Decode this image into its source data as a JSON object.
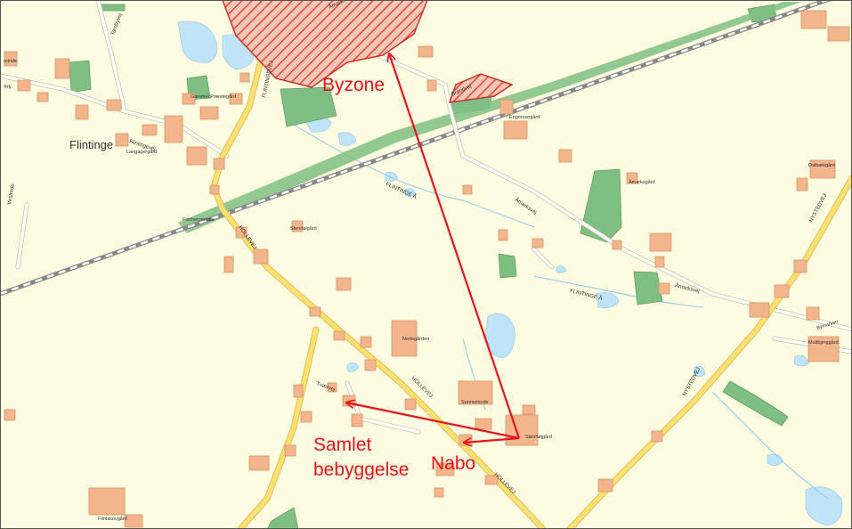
{
  "places": {
    "flintinge": "Flintinge",
    "gammel_praestegaard": "Gammel Præstegård",
    "langagergaard": "Langagergård",
    "fischersminde": "Fischersminde",
    "stendalgaard": "Stendalgård",
    "engmosegaard": "Engmosegård",
    "aamarksgaard": "Åmarksgård",
    "dalbaekgaard": "Dalbækgård",
    "nedegaarden": "Nedegården",
    "sunrisminde": "Sunrisminde",
    "stenhoejgaard": "Stenhøjgård",
    "bymarken": "Bymarken",
    "maltbjerggaard": "Maltbjerggård",
    "flintskovgaard": "Flintskovgård",
    "minde": "minde"
  },
  "roads": {
    "flintingevej": "Flintingevej",
    "aamarksvej_1": "Åmarksvej",
    "aamarksvej_2": "Åmarksvej",
    "amarksvej_top": "Åmarksvej",
    "hollevej_1": "HOLLEVEJ",
    "hollevej_2": "HOLLEVEJ",
    "hollevej_3": "HOLLEVEJ",
    "nystedvej_1": "NYSTEDVEJ",
    "nystedvej_2": "NYSTEDVEJ",
    "tvaervej": "Tværvej",
    "brondvej": "Brøndvej",
    "flintinge_aa_1": "FLINTINGE Å",
    "flintinge_aa_2": "FLINTINGE Å",
    "tornbyvej": "Tornbyvej",
    "flintingevej_n": "FLINTINGEVEJ",
    "vestrede": "Vestrede",
    "ark": "ark"
  },
  "annotations": {
    "byzone": "Byzone",
    "nabo": "Nabo",
    "samlet_line1": "Samlet",
    "samlet_line2": "bebyggelse"
  },
  "colors": {
    "background": "#fdfbe0",
    "road": "#ffe070",
    "road_casing": "#d9c060",
    "minor_road": "#ffffff",
    "building": "#f3b58c",
    "building_dark": "#e08860",
    "forest": "#7fbf83",
    "water": "#bfe3f7",
    "zone": "#e8463c",
    "annotation": "#e8141c"
  }
}
